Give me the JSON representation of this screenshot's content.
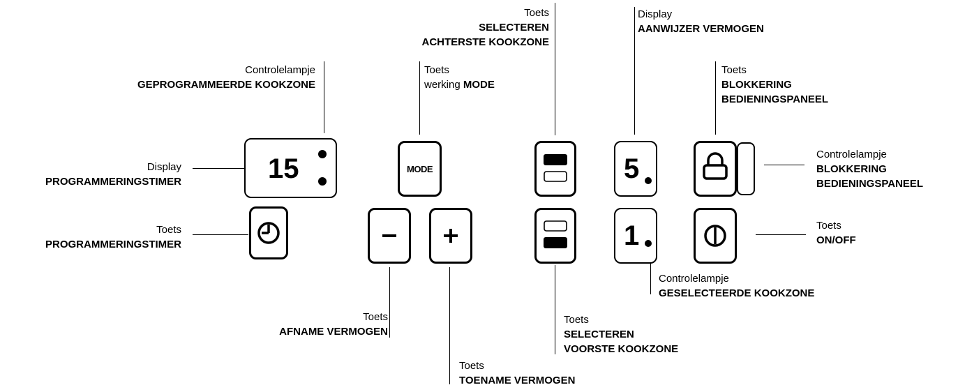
{
  "labels": {
    "controle_geprogrammeerde": {
      "top": "Controlelampje",
      "bold": "GEPROGRAMMEERDE KOOKZONE"
    },
    "display_timer": {
      "top": "Display",
      "bold": "PROGRAMMERINGSTIMER"
    },
    "toets_timer": {
      "top": "Toets",
      "bold": "PROGRAMMERINGSTIMER"
    },
    "toets_mode": {
      "top": "Toets",
      "line2_prefix": "werking ",
      "line2_bold": "MODE"
    },
    "toets_afname": {
      "top": "Toets",
      "bold": "AFNAME VERMOGEN"
    },
    "toets_toename": {
      "top": "Toets",
      "bold": "TOENAME VERMOGEN"
    },
    "toets_achterste": {
      "top": "Toets",
      "bold1": "SELECTEREN",
      "bold2": "ACHTERSTE KOOKZONE"
    },
    "toets_voorste": {
      "top": "Toets",
      "bold1": "SELECTEREN",
      "bold2": "VOORSTE KOOKZONE"
    },
    "display_aanwijzer": {
      "top": "Display",
      "bold": "AANWIJZER VERMOGEN"
    },
    "controle_geselecteerde": {
      "top": "Controlelampje",
      "bold": "GESELECTEERDE KOOKZONE"
    },
    "toets_blokkering": {
      "top": "Toets",
      "bold1": "BLOKKERING",
      "bold2": "BEDIENINGSPANEEL"
    },
    "controle_blokkering": {
      "top": "Controlelampje",
      "bold1": "BLOKKERING",
      "bold2": "BEDIENINGSPANEEL"
    },
    "toets_onoff": {
      "top": "Toets",
      "bold": "ON/OFF"
    }
  },
  "panel": {
    "timer_display_value": "15",
    "mode_key_text": "MODE",
    "power_display_rear": "5",
    "power_display_front": "1"
  },
  "icons": [
    "clock-icon",
    "minus-icon",
    "plus-icon",
    "rear-zone-icon",
    "front-zone-icon",
    "lock-icon",
    "power-icon"
  ]
}
